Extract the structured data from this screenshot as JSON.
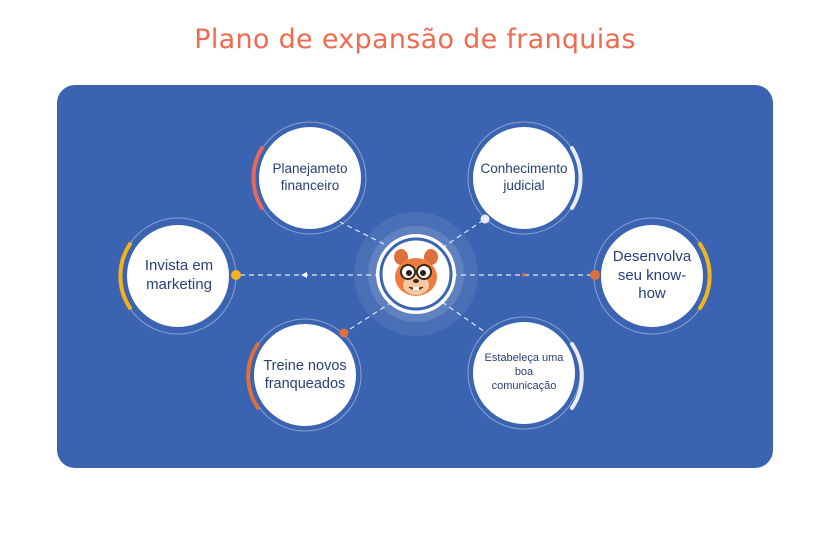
{
  "title": "Plano de expansão de franquias",
  "colors": {
    "title": "#ef6a4f",
    "panel": "#3a64b1",
    "node_fill": "#ffffff",
    "node_text": "#2a3f7a",
    "accent_red": "#e8685a",
    "accent_yellow": "#f2b31d",
    "accent_orange": "#e0703b",
    "accent_white": "#e6ecf8"
  },
  "center": {
    "icon": "squirrel-mascot-icon"
  },
  "nodes": [
    {
      "id": "planejamento",
      "label": "Planejameto financeiro",
      "accent": "red"
    },
    {
      "id": "conhecimento",
      "label": "Conhecimento judicial",
      "accent": "white"
    },
    {
      "id": "marketing",
      "label": "Invista em marketing",
      "accent": "yellow"
    },
    {
      "id": "knowhow",
      "label": "Desenvolva seu know-how",
      "accent": "yellow"
    },
    {
      "id": "treine",
      "label": "Treine novos franqueados",
      "accent": "orange"
    },
    {
      "id": "comunicacao",
      "label": "Estabeleça uma boa comunicação",
      "accent": "white"
    }
  ]
}
